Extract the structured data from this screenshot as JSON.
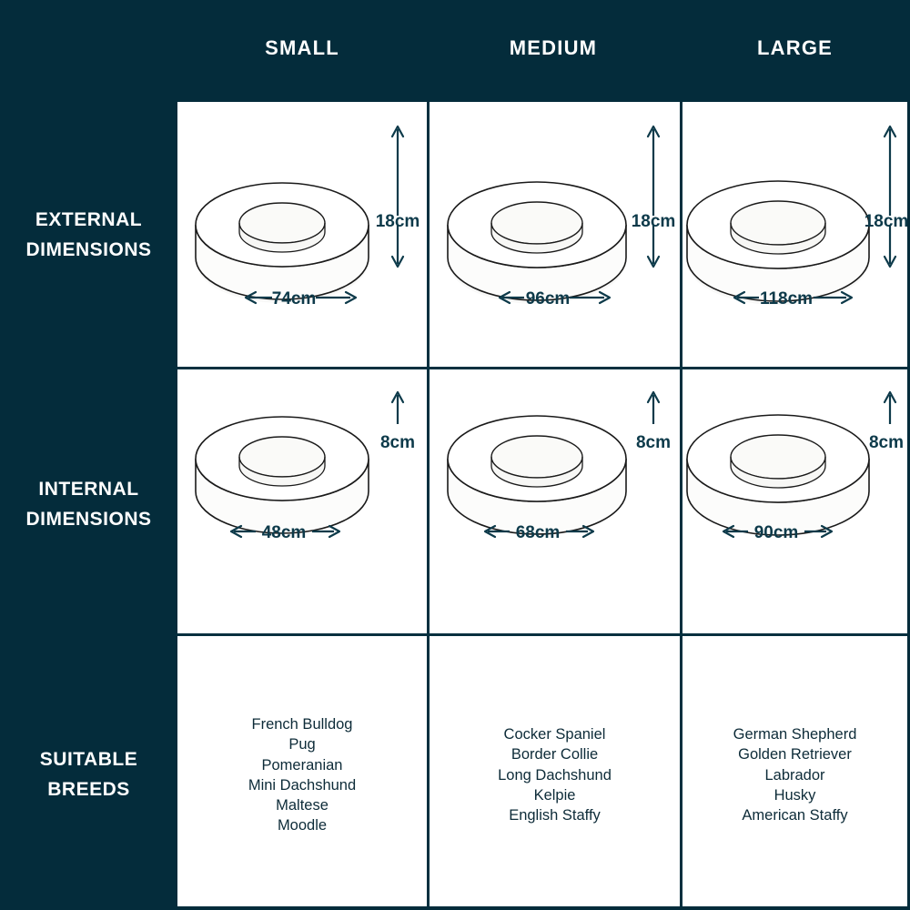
{
  "theme": {
    "background": "#042c3b",
    "panel": "#ffffff",
    "grid_line": "#06303f",
    "header_text": "#ffffff",
    "body_text": "#0d2b38",
    "dimension_text": "#0d3a4a",
    "illustration_stroke": "#1a1a1a"
  },
  "columns": [
    {
      "key": "small",
      "label": "SMALL"
    },
    {
      "key": "medium",
      "label": "MEDIUM"
    },
    {
      "key": "large",
      "label": "LARGE"
    }
  ],
  "rows": [
    {
      "key": "external",
      "label_line1": "EXTERNAL",
      "label_line2": "DIMENSIONS"
    },
    {
      "key": "internal",
      "label_line1": "INTERNAL",
      "label_line2": "DIMENSIONS"
    },
    {
      "key": "breeds",
      "label_line1": "SUITABLE",
      "label_line2": "BREEDS"
    }
  ],
  "external": {
    "small": {
      "width": "74cm",
      "height": "18cm"
    },
    "medium": {
      "width": "96cm",
      "height": "18cm"
    },
    "large": {
      "width": "118cm",
      "height": "18cm"
    }
  },
  "internal": {
    "small": {
      "width": "48cm",
      "height": "8cm"
    },
    "medium": {
      "width": "68cm",
      "height": "8cm"
    },
    "large": {
      "width": "90cm",
      "height": "8cm"
    }
  },
  "breeds": {
    "small": [
      "French Bulldog",
      "Pug",
      "Pomeranian",
      "Mini Dachshund",
      "Maltese",
      "Moodle"
    ],
    "medium": [
      "Cocker Spaniel",
      "Border Collie",
      "Long Dachshund",
      "Kelpie",
      "English Staffy"
    ],
    "large": [
      "German Shepherd",
      "Golden Retriever",
      "Labrador",
      "Husky",
      "American Staffy"
    ]
  },
  "chart_data": {
    "type": "table",
    "title": "Dog Bed Size Chart",
    "categories": [
      "SMALL",
      "MEDIUM",
      "LARGE"
    ],
    "series": [
      {
        "name": "External width (cm)",
        "values": [
          74,
          96,
          118
        ]
      },
      {
        "name": "External height (cm)",
        "values": [
          18,
          18,
          18
        ]
      },
      {
        "name": "Internal width (cm)",
        "values": [
          48,
          68,
          90
        ]
      },
      {
        "name": "Internal height (cm)",
        "values": [
          8,
          8,
          8
        ]
      }
    ],
    "rows": [
      "EXTERNAL DIMENSIONS",
      "INTERNAL DIMENSIONS",
      "SUITABLE BREEDS"
    ],
    "units": "cm"
  }
}
